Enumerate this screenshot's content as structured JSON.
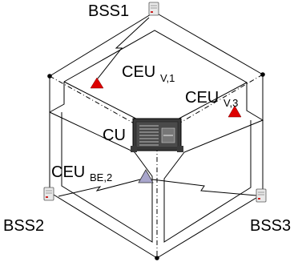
{
  "labels": {
    "bss1": "BSS1",
    "bss2": "BSS2",
    "bss3": "BSS3",
    "cu": "CU",
    "ceu_v1_base": "CEU",
    "ceu_v1_sub": "V,1",
    "ceu_v3_base": "CEU",
    "ceu_v3_sub": "V,3",
    "ceu_be2_base": "CEU",
    "ceu_be2_sub": "BE,2"
  },
  "colors": {
    "line": "#000000",
    "triangle_voice": "#dd0000",
    "triangle_best_effort": "#a9a6cc",
    "station_body": "#e9e9e9",
    "station_accent": "#cc2222",
    "cu_body": "#3a3a3a"
  },
  "icons": {
    "base_station": "server-tower-icon",
    "central_unit": "radio-unit-icon",
    "voice_user": "red-triangle-icon",
    "best_effort_user": "lavender-triangle-icon",
    "wireless_link": "lightning-link-icon"
  }
}
